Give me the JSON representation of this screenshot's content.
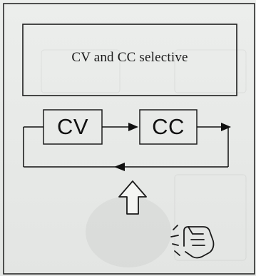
{
  "diagram": {
    "title": "CV and CC selective",
    "modes": [
      {
        "label": "CV"
      },
      {
        "label": "CC"
      }
    ]
  },
  "icons": [
    "up-arrow-outline-icon",
    "finger-press-icon"
  ]
}
